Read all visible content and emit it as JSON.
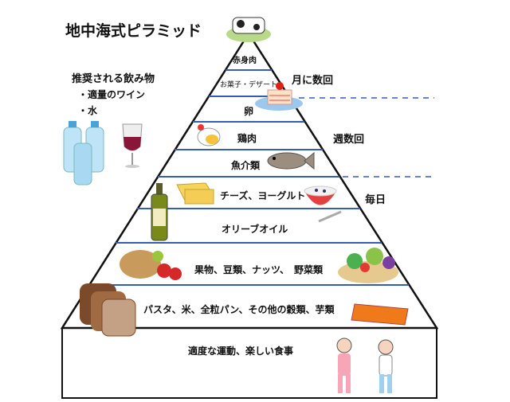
{
  "title": "地中海式ピラミッド",
  "drinks": {
    "heading": "推奨される飲み物",
    "items": [
      "・適量のワイン",
      "・水"
    ]
  },
  "layers": [
    "赤身肉",
    "お菓子・デザート",
    "卵",
    "鶏肉",
    "魚介類",
    "チーズ、ヨーグルト",
    "オリーブオイル",
    "果物、豆類、ナッツ、　野菜類",
    "パスタ、米、全粒パン、その他の穀類、芋類",
    "適度な運動、楽しい食事"
  ],
  "frequency": [
    "月に数回",
    "週数回",
    "毎日"
  ],
  "colors": {
    "band_line": "#3a5bb5",
    "outline": "#111111",
    "dash": "#3a5bb5"
  }
}
